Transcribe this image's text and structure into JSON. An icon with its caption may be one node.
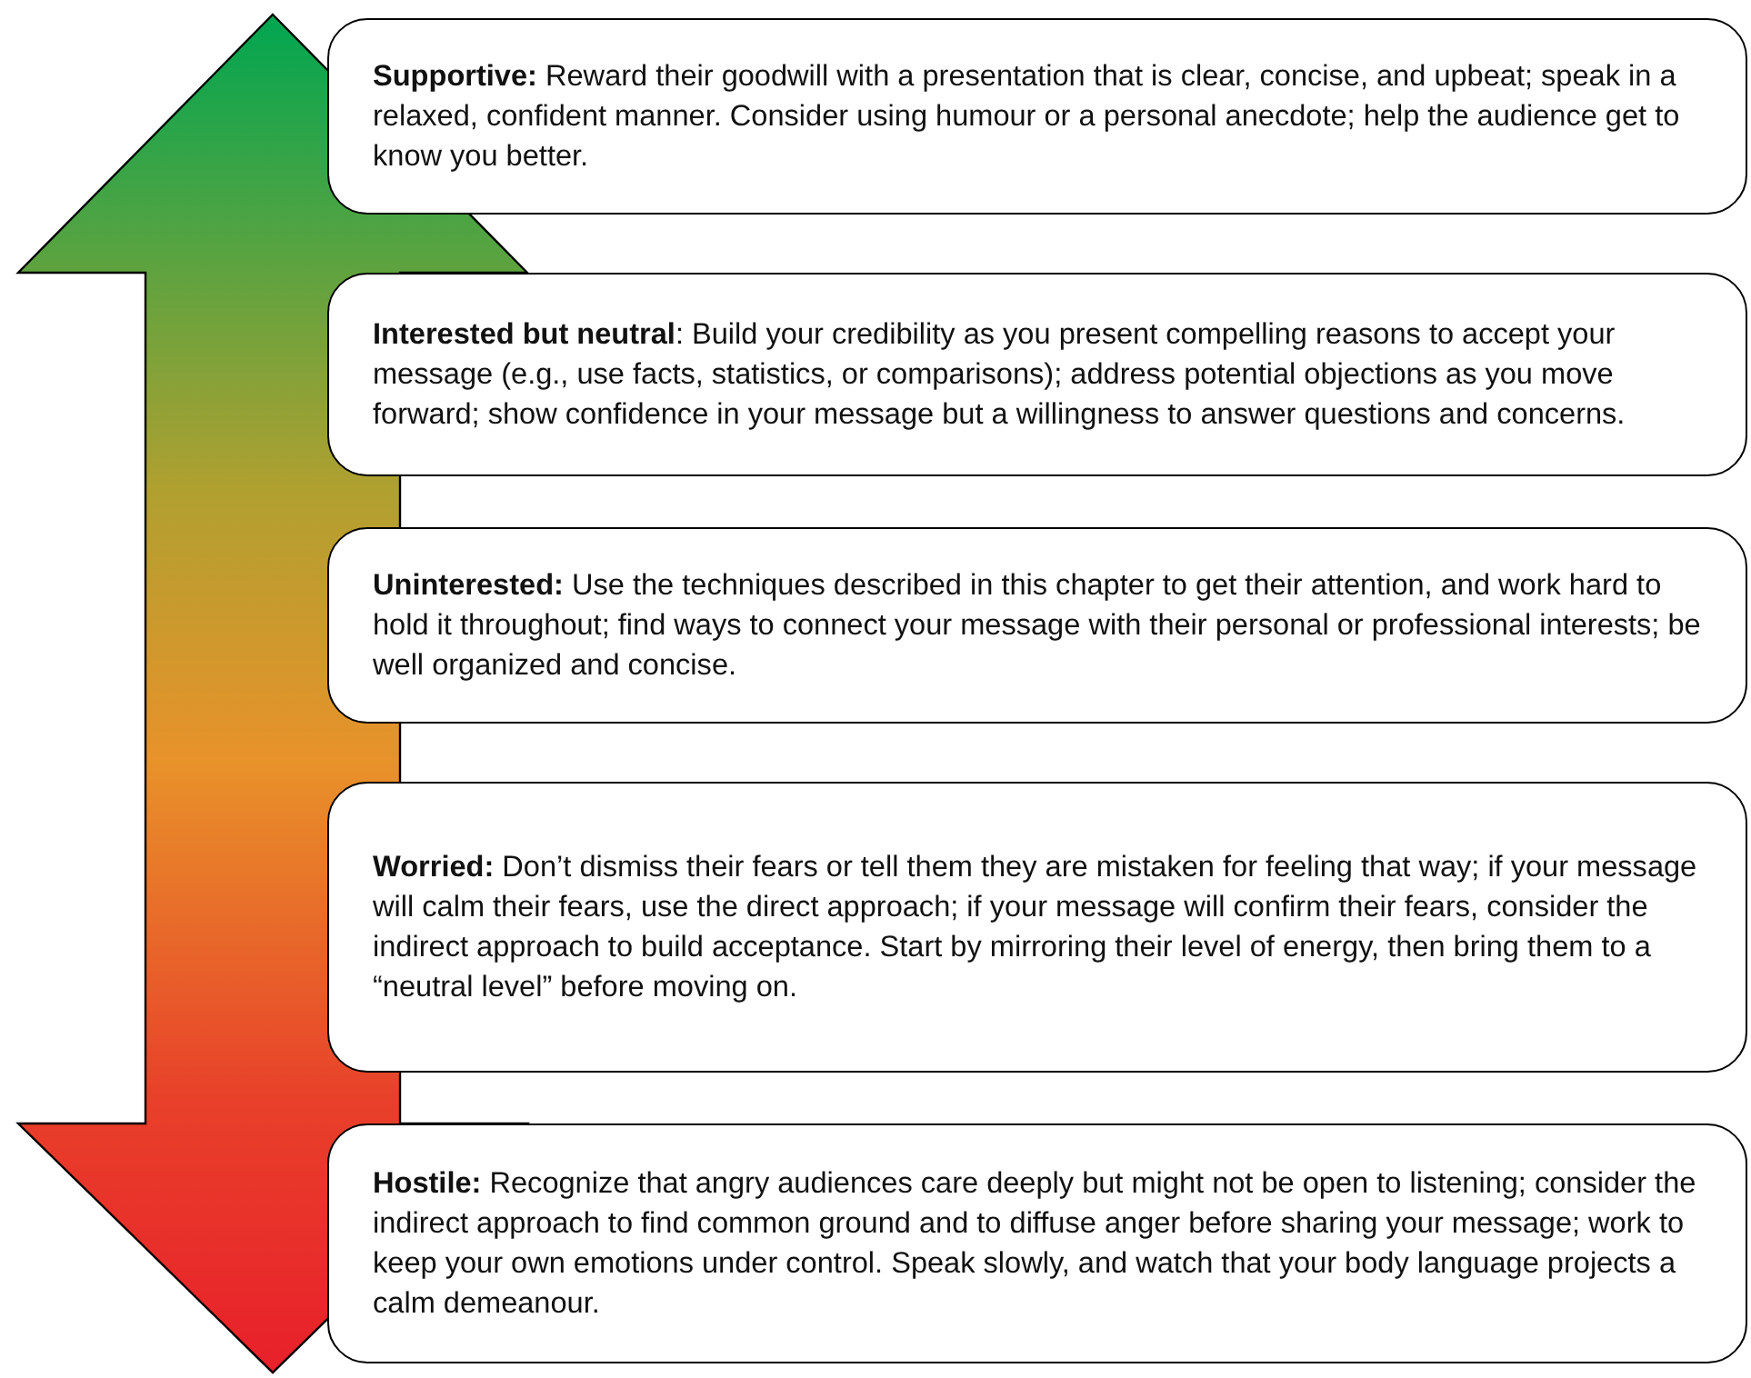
{
  "diagram": {
    "nodes": [
      {
        "text": [
          "**Supportive:** Reward their goodwill with a presentation that is clear, concise, and upbeat; speak in a relaxed, confident manner. Consider using humour or a personal anecdote; help the audience get to know you better."
        ]
      },
      {
        "text": [
          "**Interested but neutral**: Build your credibility as you present compelling reasons to accept your message (e.g., use facts, statistics, or comparisons); address potential objections as you move forward; show confidence in your message but a willingness to answer questions and concerns."
        ]
      },
      {
        "text": [
          "**Uninterested:** Use the techniques described in this chapter to get their attention, and work hard to hold it throughout; find ways to connect your message with their personal or professional interests; be well organized and concise."
        ]
      },
      {
        "text": [
          "**Worried:** Don’t dismiss their fears or tell them they are mistaken for feeling that way; if your message will calm their fears, use the direct approach; if your message will confirm their fears, consider the indirect approach to build acceptance. Start by mirroring their level of energy, then bring them to a “neutral level” before moving on."
        ]
      },
      {
        "text": [
          "**Hostile:** Recognize that angry audiences care deeply but might not be open to listening; consider the indirect approach to find common ground and to diffuse anger before sharing your message; work to keep your own emotions under control. Speak slowly, and watch that your body language projects a calm demeanour."
        ]
      }
    ]
  }
}
